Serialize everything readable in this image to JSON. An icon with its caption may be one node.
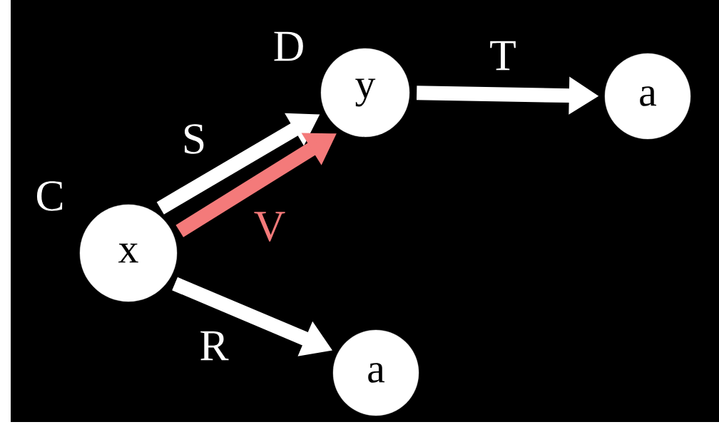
{
  "diagram": {
    "nodes": [
      {
        "text": [
          "x"
        ],
        "beside": [
          "C"
        ]
      },
      {
        "text": [
          "y"
        ],
        "beside": [
          "D"
        ]
      },
      {
        "text": [
          "a"
        ]
      },
      {
        "text": [
          "a"
        ]
      }
    ],
    "edges": [
      {
        "from": 0,
        "to": 1,
        "arrow": "to",
        "label": "S"
      },
      {
        "from": 0,
        "to": 1,
        "arrow": "to",
        "label": "V",
        "color": "#f47a7a"
      },
      {
        "from": 1,
        "to": 2,
        "arrow": "to",
        "label": "T"
      },
      {
        "from": 0,
        "to": 3,
        "arrow": "to",
        "label": "R"
      }
    ]
  }
}
